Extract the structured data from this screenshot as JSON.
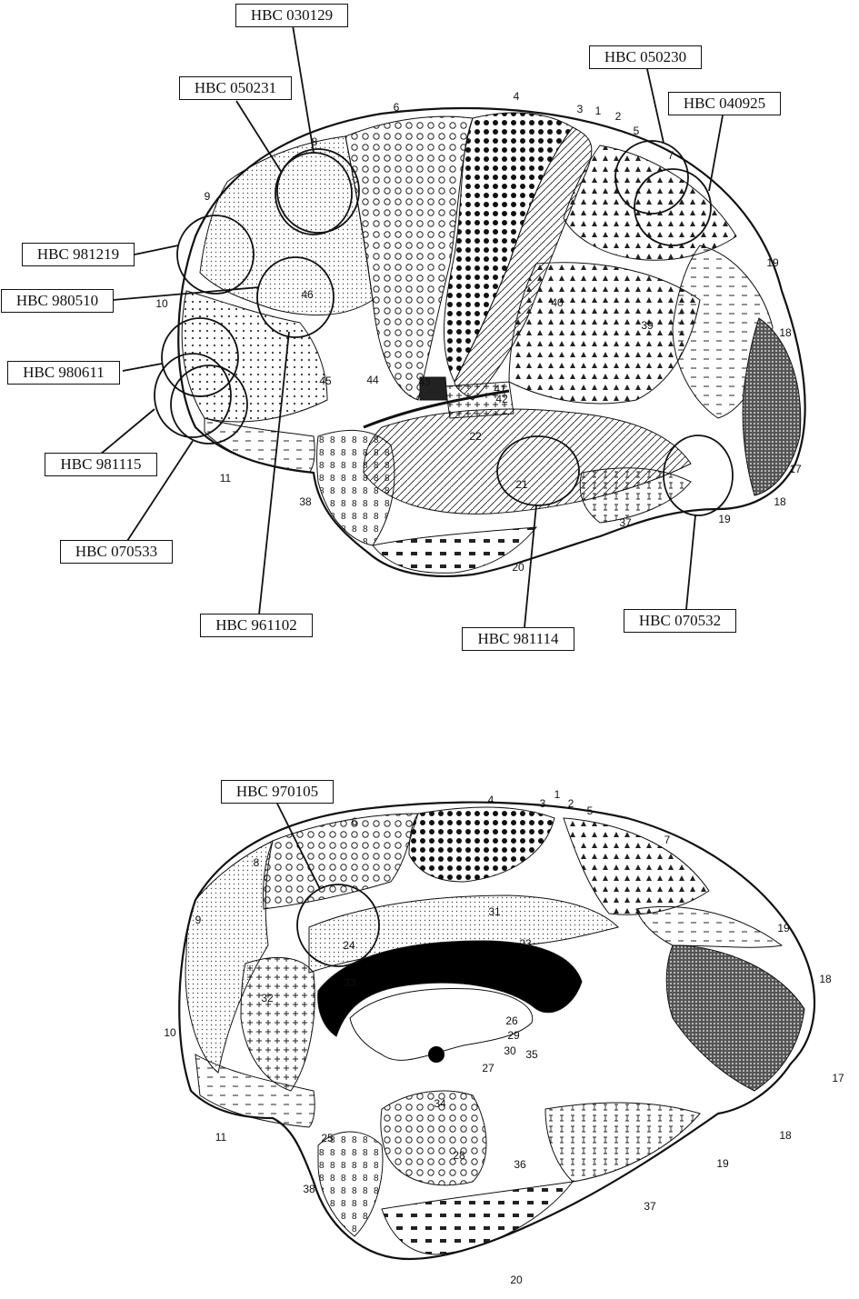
{
  "labels_lateral": [
    "HBC 030129",
    "HBC 050231",
    "HBC 050230",
    "HBC 040925",
    "HBC 981219",
    "HBC 980510",
    "HBC 980611",
    "HBC 981115",
    "HBC 070533",
    "HBC 961102",
    "HBC 981114",
    "HBC 070532"
  ],
  "labels_medial": [
    "HBC 970105"
  ],
  "area_numbers_lateral": [
    "4",
    "3",
    "1",
    "2",
    "5",
    "6",
    "7",
    "8",
    "9",
    "19",
    "10",
    "46",
    "40",
    "39",
    "18",
    "45",
    "44",
    "43",
    "41",
    "42",
    "22",
    "11",
    "17",
    "21",
    "38",
    "37",
    "18",
    "19",
    "20"
  ],
  "area_numbers_medial": [
    "4",
    "1",
    "3",
    "2",
    "5",
    "6",
    "7",
    "8",
    "19",
    "9",
    "31",
    "24",
    "23",
    "18",
    "32",
    "33",
    "26",
    "29",
    "10",
    "30",
    "27",
    "35",
    "17",
    "34",
    "28",
    "36",
    "25",
    "18",
    "11",
    "19",
    "38",
    "37",
    "20"
  ]
}
